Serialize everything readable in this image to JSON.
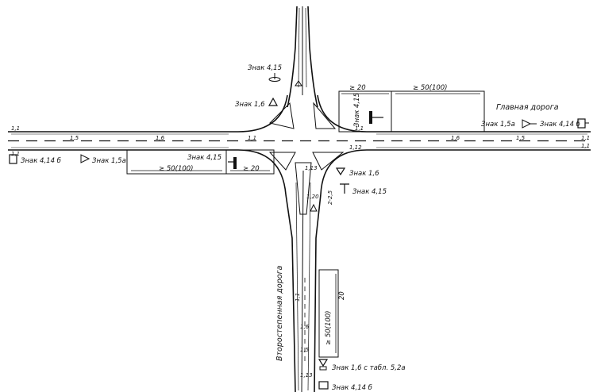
{
  "main_road_label": "Главная дорога",
  "secondary_road_label": "Второстепенная дорога",
  "signs": {
    "sign_415_top": "Знак 4,15",
    "sign_16_nw": "Знак 1,6",
    "sign_415_ne": "Знак 4,15",
    "sign_15a_east": "Знак 1,5а",
    "sign_414b_east": "Знак 4,14 б",
    "sign_414b_west": "Знак 4,14 б",
    "sign_15a_west": "Знак 1,5а",
    "sign_415_sw": "Знак 4,15",
    "sign_16_se": "Знак 1,6",
    "sign_415_se": "Знак 4,15",
    "sign_16_plate": "Знак 1,6 с табл. 5,2а",
    "sign_414b_south": "Знак 4,14 б"
  },
  "dimensions": {
    "ge20_ne": "≥ 20",
    "ge50_ne": "≥ 50(100)",
    "ge50_w": "≥ 50(100)",
    "ge20_w": "≥ 20",
    "d20_s": "20",
    "ge50_s": "≥ 50(100)",
    "d2_25": "2-2,5"
  },
  "markings": {
    "m11_left_top": "1,1",
    "m11_left_bot": "1,1",
    "m15_left": "1,5",
    "m16_left": "1,6",
    "m11_center_top": "1,1",
    "m11_center_ne": "1,1",
    "m16_right": "1,6",
    "m15_right": "1,5",
    "m11_right_top": "1,1",
    "m11_right_bot": "1,1",
    "m112_east": "1,12",
    "m113": "1,13",
    "m120": "1,20",
    "m11_south": "1,1",
    "m16_south": "1,6",
    "m15_south": "1,5",
    "m113_south": "1,13"
  }
}
